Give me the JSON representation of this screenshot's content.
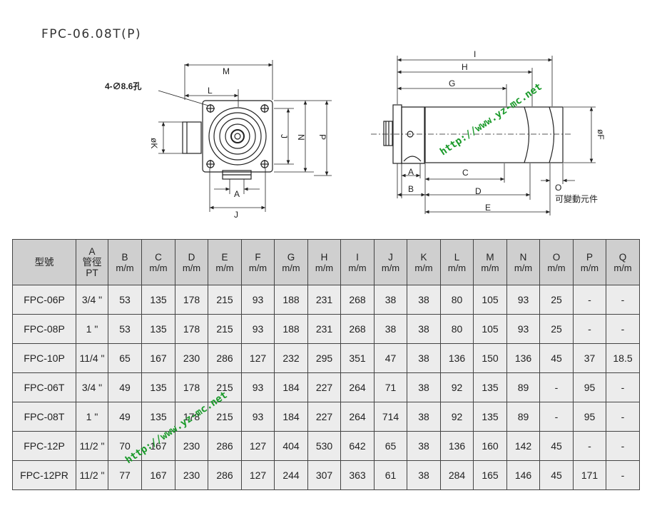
{
  "title": "FPC-06.08T(P)",
  "drawing": {
    "front": {
      "hole_note": "4-∅8.6孔",
      "labels": {
        "M": "M",
        "L": "L",
        "K": "øK",
        "J_vert": "J",
        "N": "N",
        "P": "P",
        "A": "A",
        "J": "J"
      }
    },
    "side": {
      "labels": {
        "I": "I",
        "H": "H",
        "G": "G",
        "A": "A",
        "B": "B",
        "C": "C",
        "D": "D",
        "E": "E",
        "O": "O",
        "F": "øF"
      },
      "note": "可變動元件"
    }
  },
  "watermarks": [
    "http://www.yz-mc.net",
    "http://www.yz-mc.net"
  ],
  "table": {
    "headers": [
      {
        "top": "型號",
        "unit": ""
      },
      {
        "top": "A\n管徑\nPT",
        "unit": ""
      },
      {
        "top": "B",
        "unit": "m/m"
      },
      {
        "top": "C",
        "unit": "m/m"
      },
      {
        "top": "D",
        "unit": "m/m"
      },
      {
        "top": "E",
        "unit": "m/m"
      },
      {
        "top": "F",
        "unit": "m/m"
      },
      {
        "top": "G",
        "unit": "m/m"
      },
      {
        "top": "H",
        "unit": "m/m"
      },
      {
        "top": "I",
        "unit": "m/m"
      },
      {
        "top": "J",
        "unit": "m/m"
      },
      {
        "top": "K",
        "unit": "m/m"
      },
      {
        "top": "L",
        "unit": "m/m"
      },
      {
        "top": "M",
        "unit": "m/m"
      },
      {
        "top": "N",
        "unit": "m/m"
      },
      {
        "top": "O",
        "unit": "m/m"
      },
      {
        "top": "P",
        "unit": "m/m"
      },
      {
        "top": "Q",
        "unit": "m/m"
      }
    ],
    "rows": [
      [
        "FPC-06P",
        "3/4 \"",
        "53",
        "135",
        "178",
        "215",
        "93",
        "188",
        "231",
        "268",
        "38",
        "38",
        "80",
        "105",
        "93",
        "25",
        "-",
        "-"
      ],
      [
        "FPC-08P",
        "1 \"",
        "53",
        "135",
        "178",
        "215",
        "93",
        "188",
        "231",
        "268",
        "38",
        "38",
        "80",
        "105",
        "93",
        "25",
        "-",
        "-"
      ],
      [
        "FPC-10P",
        "11/4 \"",
        "65",
        "167",
        "230",
        "286",
        "127",
        "232",
        "295",
        "351",
        "47",
        "38",
        "136",
        "150",
        "136",
        "45",
        "37",
        "18.5"
      ],
      [
        "FPC-06T",
        "3/4 \"",
        "49",
        "135",
        "178",
        "215",
        "93",
        "184",
        "227",
        "264",
        "71",
        "38",
        "92",
        "135",
        "89",
        "-",
        "95",
        "-"
      ],
      [
        "FPC-08T",
        "1 \"",
        "49",
        "135",
        "178",
        "215",
        "93",
        "184",
        "227",
        "264",
        "714",
        "38",
        "92",
        "135",
        "89",
        "-",
        "95",
        "-"
      ],
      [
        "FPC-12P",
        "11/2 \"",
        "70",
        "167",
        "230",
        "286",
        "127",
        "404",
        "530",
        "642",
        "65",
        "38",
        "136",
        "160",
        "142",
        "45",
        "-",
        "-"
      ],
      [
        "FPC-12PR",
        "11/2 \"",
        "77",
        "167",
        "230",
        "286",
        "127",
        "244",
        "307",
        "363",
        "61",
        "38",
        "284",
        "165",
        "146",
        "45",
        "171",
        "-"
      ]
    ]
  }
}
